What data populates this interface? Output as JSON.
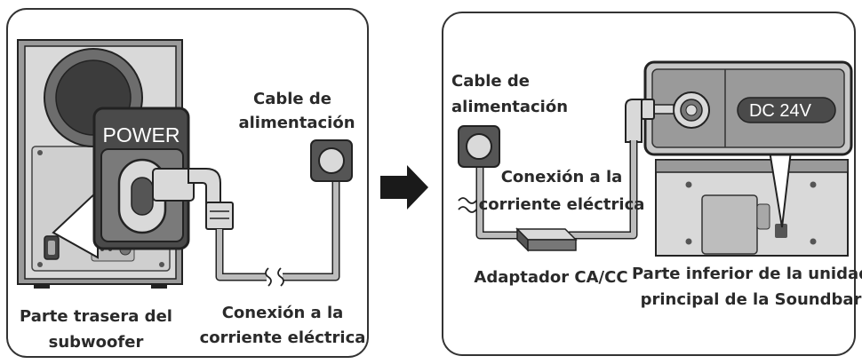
{
  "left_panel": {
    "callout": "POWER",
    "cable_label_line1": "Cable de",
    "cable_label_line2": "alimentación",
    "connection_line1": "Conexión a la",
    "connection_line2": "corriente eléctrica",
    "caption_line1": "Parte trasera del",
    "caption_line2": "subwoofer"
  },
  "arrow": {
    "icon": "right-arrow-icon"
  },
  "right_panel": {
    "cable_label_line1": "Cable de",
    "cable_label_line2": "alimentación",
    "connection_line1": "Conexión a la",
    "connection_line2": "corriente eléctrica",
    "adapter_label": "Adaptador CA/CC",
    "dc_badge": "DC 24V",
    "caption_line1": "Parte inferior de la unidad",
    "caption_line2": "principal de la Soundbar"
  },
  "colors": {
    "panel_border": "#333333",
    "device_fill": "#d9d9d9",
    "device_dark": "#8c8c8c",
    "cable": "#b5b5b5",
    "outline": "#222222",
    "badge": "#4a4a4a"
  }
}
